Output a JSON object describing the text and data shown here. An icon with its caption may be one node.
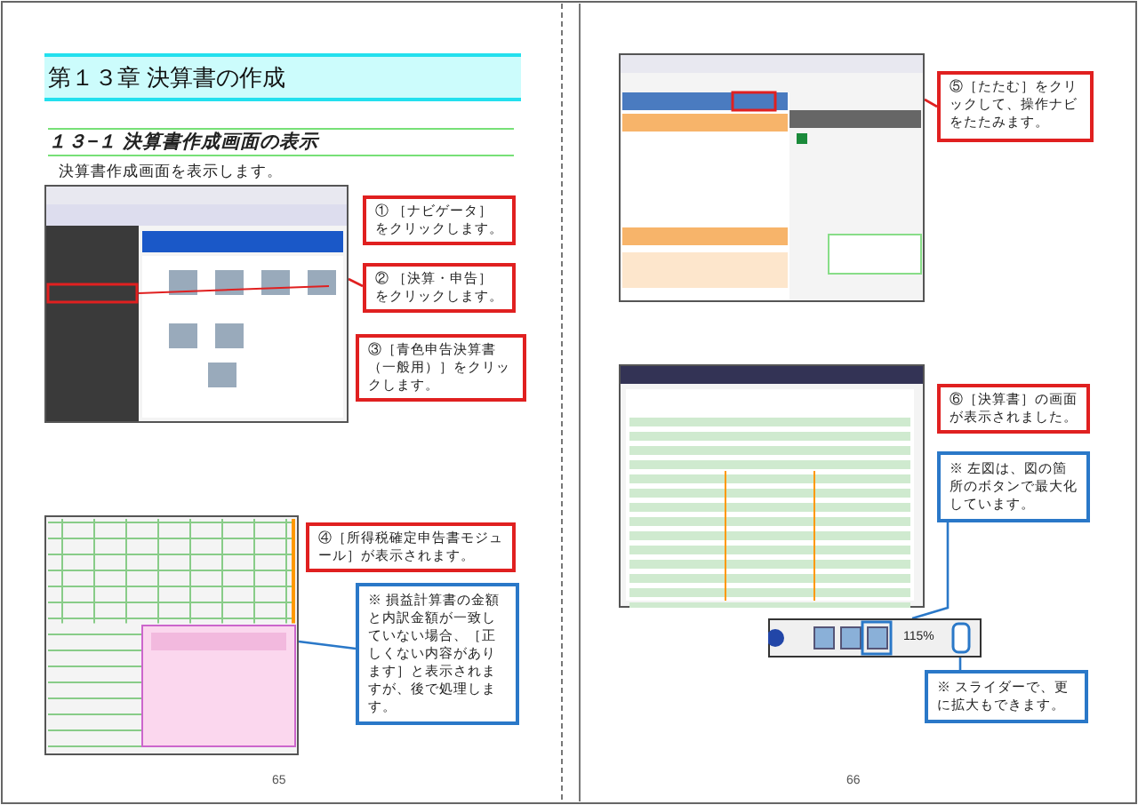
{
  "diagram": {
    "title": "第１３章 決算書の作成",
    "nodes": [
      {
        "text": [],
        "shape": "picture"
      },
      {
        "text": [
          "① ［ナビゲータ］をクリックします。"
        ]
      },
      {
        "text": [
          "② ［決算・申告］をクリックします。"
        ]
      },
      {
        "text": [
          "③［青色申告決算書（一般用）］をクリックします。"
        ]
      },
      {
        "text": [],
        "shape": "picture"
      },
      {
        "text": [
          "④［所得税確定申告書モジュール］が表示されます。"
        ]
      },
      {
        "text": [
          "※ 損益計算書の金額と内訳金額が一致していない場合、［正しくない内容があります］と表示されますが、後で処理します。"
        ]
      },
      {
        "text": [],
        "shape": "picture"
      },
      {
        "text": [
          "⑤［たたむ］をクリックして、操作ナビをたたみます。"
        ]
      },
      {
        "text": [],
        "shape": "picture"
      },
      {
        "text": [
          "⑥［決算書］の画面が表示されました。"
        ]
      },
      {
        "text": [
          "※ 左図は、図の箇所のボタンで最大化しています。"
        ]
      },
      {
        "text": [],
        "shape": "picture"
      },
      {
        "text": [
          "※ スライダーで、更に拡大もできます。"
        ]
      }
    ],
    "edges": [
      {
        "from": 2,
        "to": 0,
        "arrow": "none",
        "color": "#e02020"
      },
      {
        "from": 8,
        "to": 7,
        "arrow": "none",
        "color": "#e02020"
      },
      {
        "from": 6,
        "to": 4,
        "arrow": "none"
      },
      {
        "from": 11,
        "to": 12,
        "arrow": "none"
      },
      {
        "from": 13,
        "to": 12,
        "arrow": "none"
      }
    ],
    "labels": [
      "１３−１ 決算書作成画面の表示",
      "決算書作成画面を表示します。",
      "115%",
      "65",
      "66"
    ]
  }
}
